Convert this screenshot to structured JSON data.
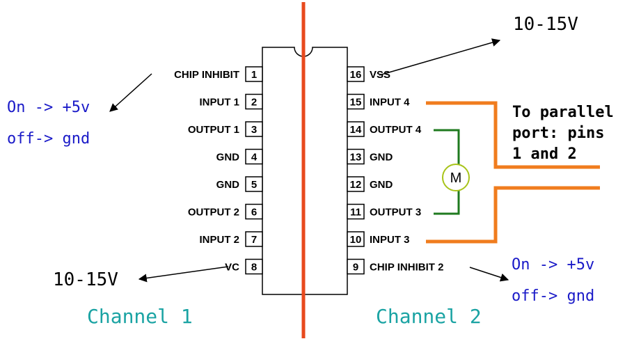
{
  "left_pins": [
    {
      "num": "1",
      "label": "CHIP INHIBIT"
    },
    {
      "num": "2",
      "label": "INPUT 1"
    },
    {
      "num": "3",
      "label": "OUTPUT 1"
    },
    {
      "num": "4",
      "label": "GND"
    },
    {
      "num": "5",
      "label": "GND"
    },
    {
      "num": "6",
      "label": "OUTPUT 2"
    },
    {
      "num": "7",
      "label": "INPUT 2"
    },
    {
      "num": "8",
      "label": "VC"
    }
  ],
  "right_pins": [
    {
      "num": "16",
      "label": "VSS"
    },
    {
      "num": "15",
      "label": "INPUT 4"
    },
    {
      "num": "14",
      "label": "OUTPUT 4"
    },
    {
      "num": "13",
      "label": "GND"
    },
    {
      "num": "12",
      "label": "GND"
    },
    {
      "num": "11",
      "label": "OUTPUT 3"
    },
    {
      "num": "10",
      "label": "INPUT 3"
    },
    {
      "num": "9",
      "label": "CHIP INHIBIT 2"
    }
  ],
  "annotations": {
    "vss_supply": "10-15V",
    "vc_supply": "10-15V",
    "left_on": "On -> +5v",
    "left_off": "off-> gnd",
    "right_on": "On -> +5v",
    "right_off": "off-> gnd",
    "parallel_line1": "To parallel",
    "parallel_line2": "port: pins",
    "parallel_line3": "1 and 2",
    "channel1": "Channel 1",
    "channel2": "Channel 2",
    "motor": "M"
  },
  "colors": {
    "divider": "#e8491d",
    "wire_orange": "#f07c1e",
    "wire_green": "#1f7a1f",
    "motor_circle": "#a8c41a",
    "text_blue": "#1a1ac8",
    "text_teal": "#1aa3a3"
  }
}
